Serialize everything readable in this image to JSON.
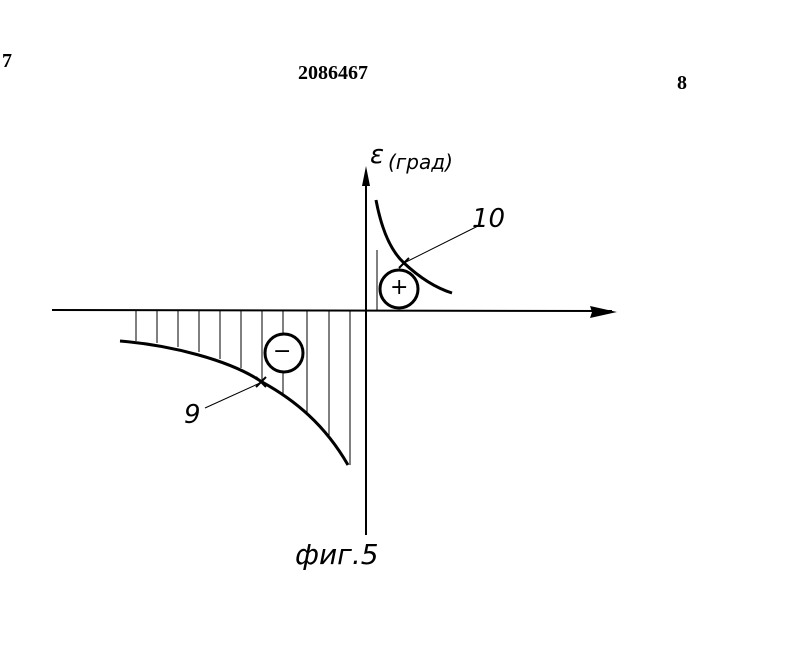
{
  "header": {
    "left_page": "7",
    "patent_number": "2086467",
    "right_page": "8"
  },
  "figure": {
    "y_axis_symbol": "ε",
    "y_axis_unit": "(град)",
    "label_curve_9": "9",
    "label_curve_10": "10",
    "negative_region_sign": "−",
    "positive_region_sign": "+",
    "caption": "фиг.5"
  }
}
